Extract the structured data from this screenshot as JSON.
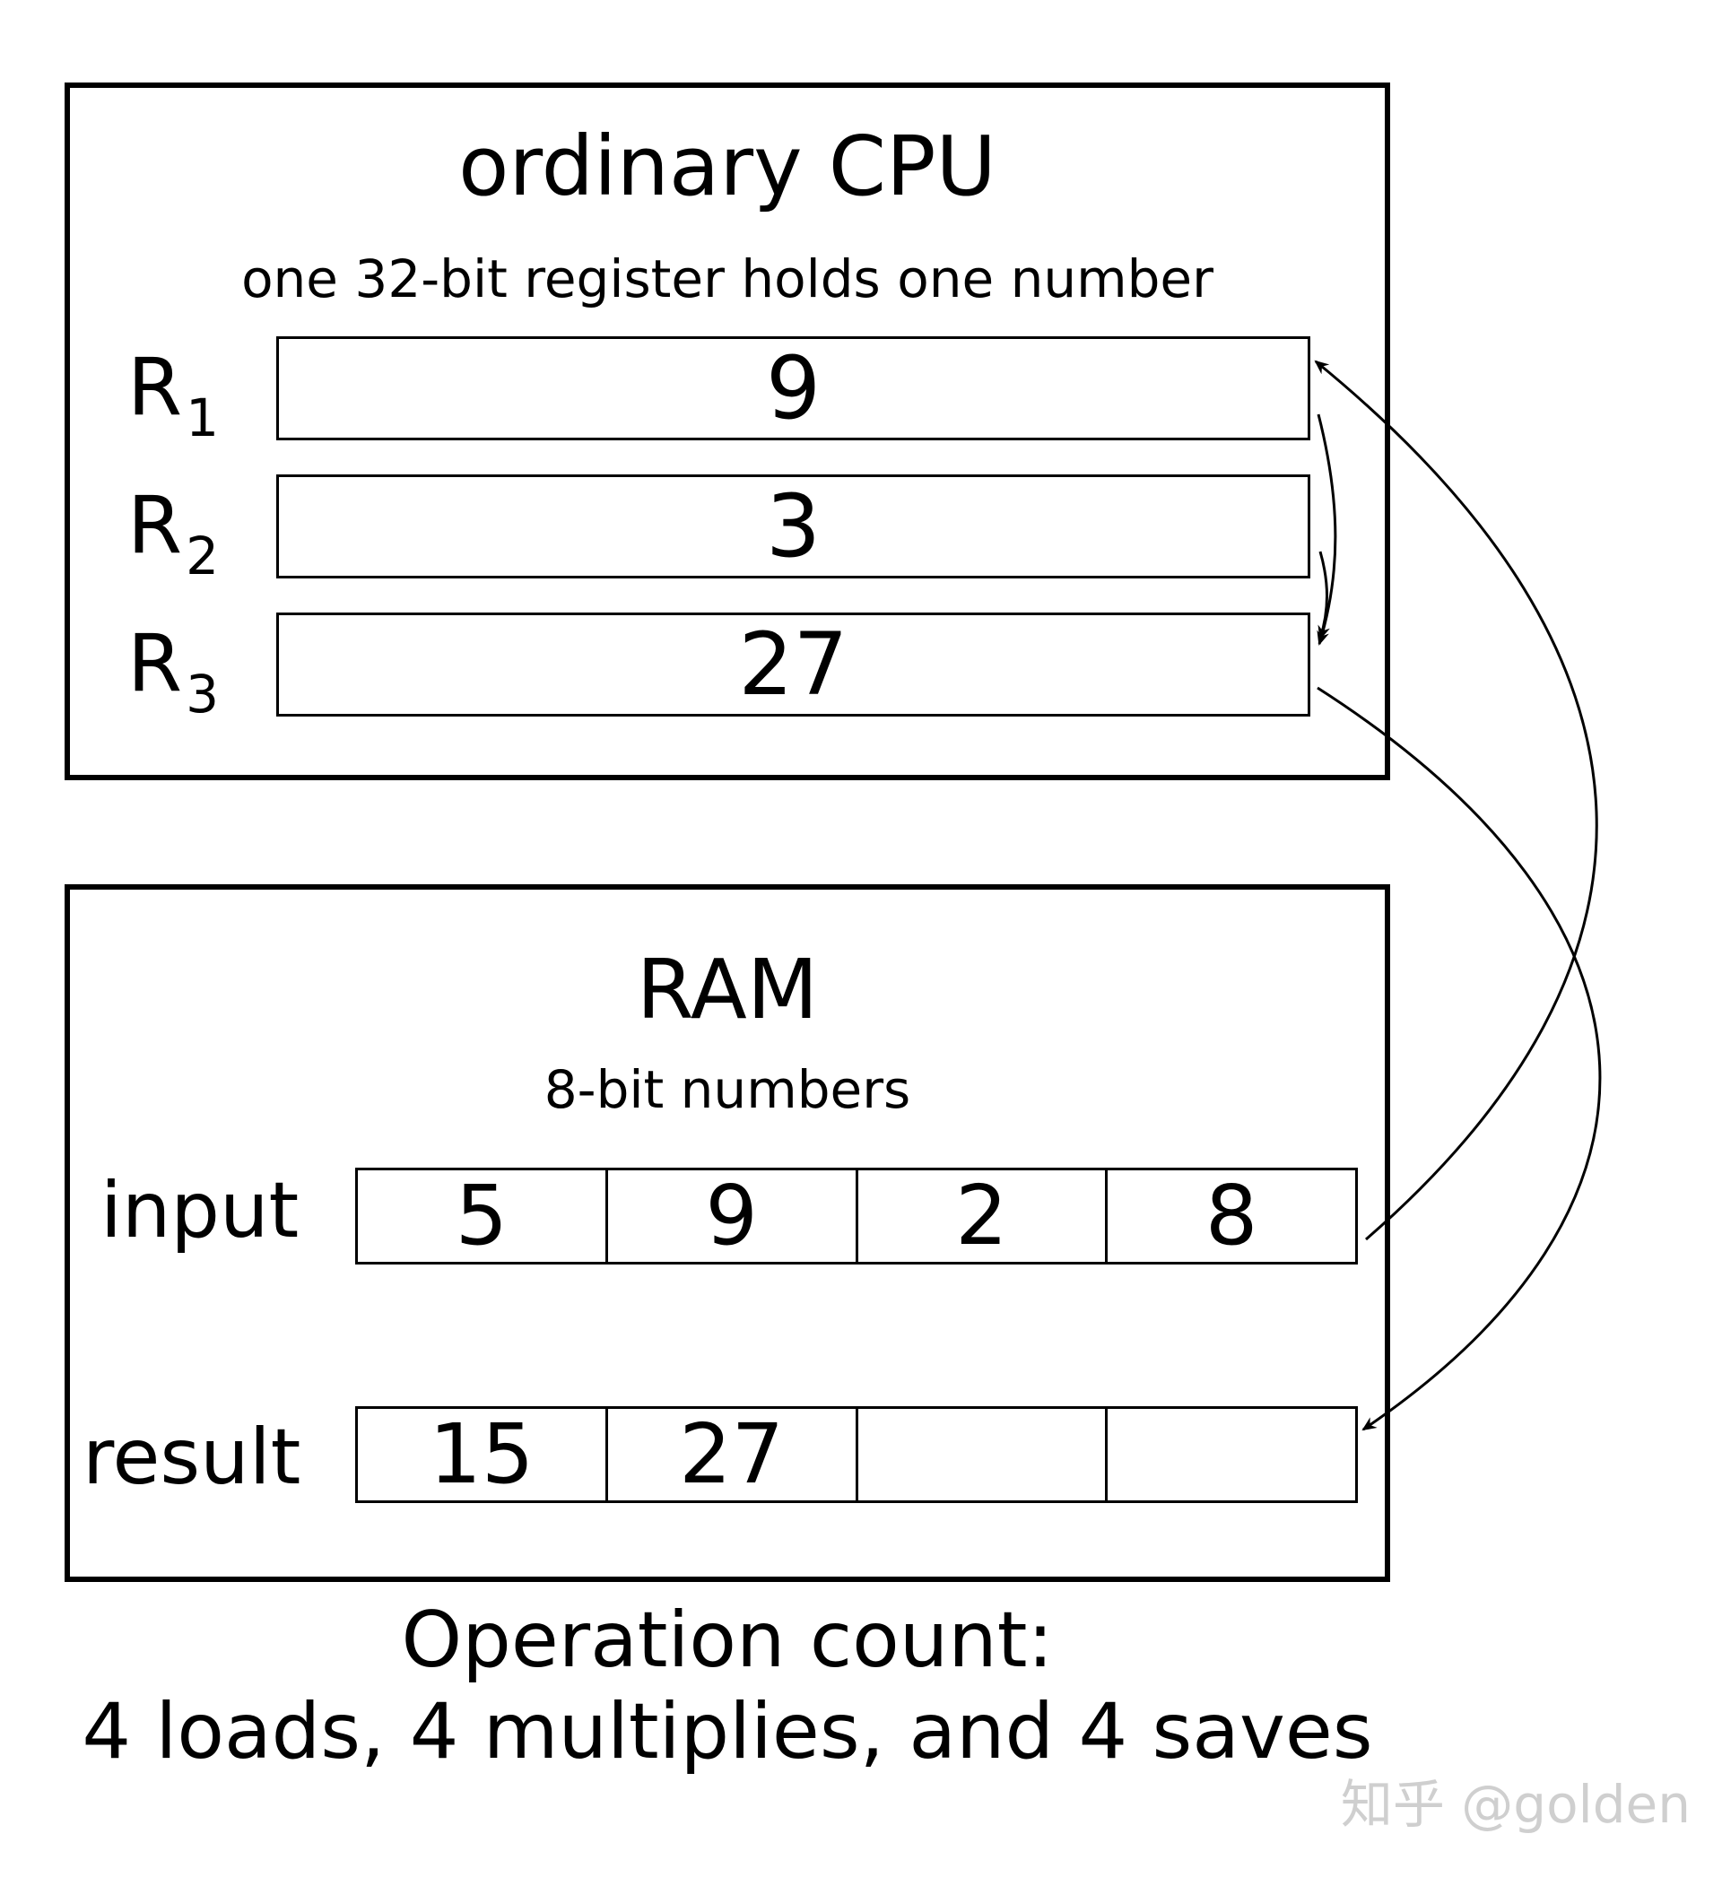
{
  "cpu": {
    "title": "ordinary CPU",
    "subtitle": "one 32-bit register holds one number",
    "registers": [
      {
        "name": "R",
        "index": "1",
        "value": "9"
      },
      {
        "name": "R",
        "index": "2",
        "value": "3"
      },
      {
        "name": "R",
        "index": "3",
        "value": "27"
      }
    ]
  },
  "ram": {
    "title": "RAM",
    "subtitle": "8-bit numbers",
    "input": {
      "label": "input",
      "cells": [
        "5",
        "9",
        "2",
        "8"
      ]
    },
    "result": {
      "label": "result",
      "cells": [
        "15",
        "27",
        "",
        ""
      ]
    }
  },
  "footer": {
    "line1": "Operation count:",
    "line2": "4 loads, 4 multiplies, and 4 saves"
  },
  "watermark": "知乎 @golden"
}
